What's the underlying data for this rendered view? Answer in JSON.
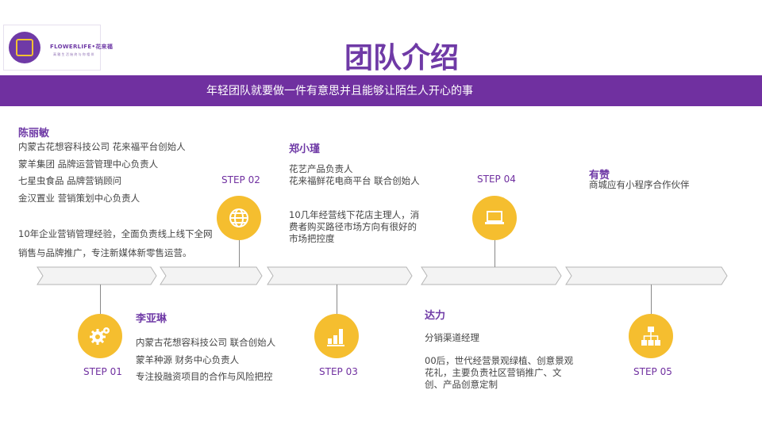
{
  "logo": {
    "brand": "FLOWERLIFE•花来福",
    "subtitle": "高 雅 生 活 始 终 与 你 相 伴"
  },
  "title": "团队介绍",
  "slogan": "年轻团队就要做一件有意思并且能够让陌生人开心的事",
  "steps": [
    {
      "label": "STEP 01",
      "icon": "gear-icon"
    },
    {
      "label": "STEP 02",
      "icon": "globe-icon"
    },
    {
      "label": "STEP 03",
      "icon": "bar-chart-icon"
    },
    {
      "label": "STEP 04",
      "icon": "laptop-icon"
    },
    {
      "label": "STEP 05",
      "icon": "org-chart-icon"
    }
  ],
  "members": {
    "chen": {
      "name": "陈丽敏",
      "lines": [
        "内蒙古花想容科技公司  花来福平台创始人",
        "蒙羊集团       品牌运营管理中心负责人",
        "七星虫食品     品牌营销顾问",
        "金汉置业       营销策划中心负责人"
      ],
      "desc": [
        "10年企业营销管理经验，全面负责线上线下全网",
        "销售与品牌推广，专注新媒体新零售运营。"
      ]
    },
    "li": {
      "name": "李亚琳",
      "lines": [
        "内蒙古花想容科技公司    联合创始人",
        "蒙羊种源      财务中心负责人",
        "专注投融资项目的合作与风险把控"
      ]
    },
    "zheng": {
      "name": "郑小瑾",
      "role": "花艺产品负责人",
      "role2": "花来福鲜花电商平台    联合创始人",
      "desc": "10几年经营线下花店主理人，消费者购买路径市场方向有很好的市场把控度"
    },
    "da": {
      "name": "达力",
      "role": "分销渠道经理",
      "desc": "00后，世代经营景观绿植、创意景观花礼，主要负责社区营销推广、文创、产品创意定制"
    },
    "you": {
      "name": "有赞",
      "role": "商城应有小程序合作伙伴"
    }
  },
  "colors": {
    "purple": "#7030a0",
    "title_purple": "#6f3aa6",
    "gold": "#f5be2f"
  }
}
